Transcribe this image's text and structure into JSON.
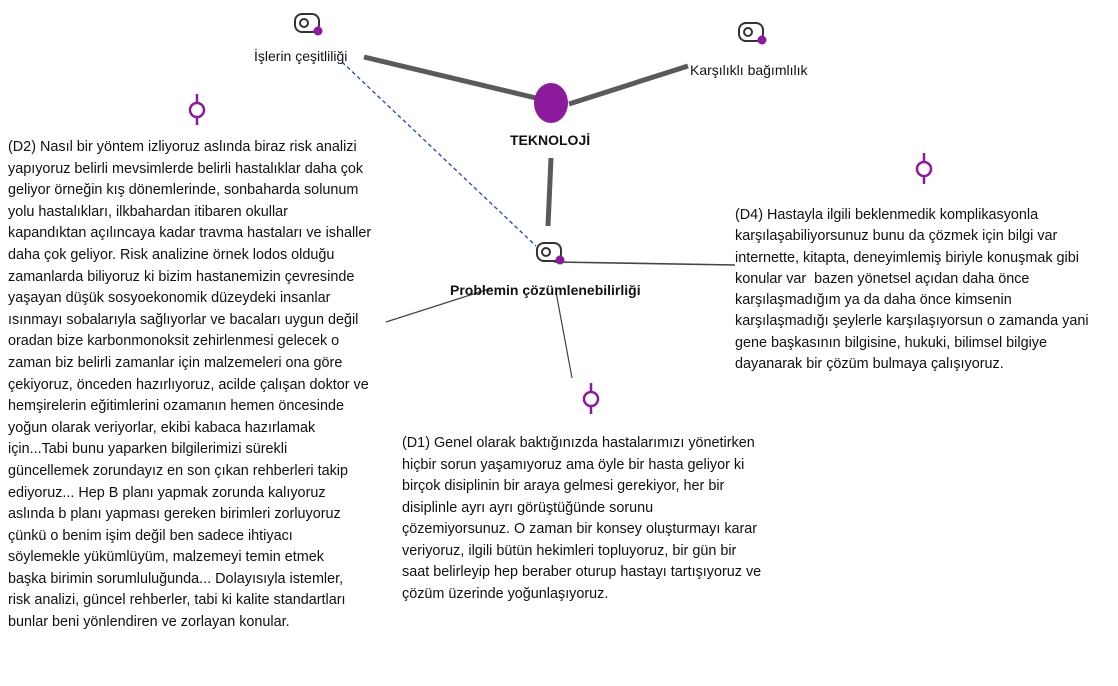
{
  "nodes": {
    "center": {
      "label": "TEKNOLOJİ"
    },
    "variety": {
      "label": "İşlerin çeşitliliği"
    },
    "interdependence": {
      "label": "Karşılıklı bağımlılık"
    },
    "analyzability": {
      "label": "Problemin çözümlenebilirliği"
    }
  },
  "quotes": {
    "d2": "(D2) Nasıl bir yöntem izliyoruz aslında biraz risk analizi\nyapıyoruz belirli mevsimlerde belirli hastalıklar daha çok\ngeliyor örneğin kış dönemlerinde, sonbaharda solunum\nyolu hastalıkları, ilkbahardan itibaren okullar\nkapandıktan açılıncaya kadar travma hastaları ve ishaller\ndaha çok geliyor. Risk analizine örnek lodos olduğu\nzamanlarda biliyoruz ki bizim hastanemizin çevresinde\nyaşayan düşük sosyoekonomik düzeydeki insanlar\nısınmayı sobalarıyla sağlıyorlar ve bacaları uygun değil\noradan bize karbonmonoksit zehirlenmesi gelecek o\nzaman biz belirli zamanlar için malzemeleri ona göre\nçekiyoruz, önceden hazırlıyoruz, acilde çalışan doktor ve\nhemşirelerin eğitimlerini ozamanın hemen öncesinde\nyoğun olarak veriyorlar, ekibi kabaca hazırlamak\niçin...Tabi bunu yaparken bilgilerimizi sürekli\ngüncellemek zorundayız en son çıkan rehberleri takip\nediyoruz... Hep B planı yapmak zorunda kalıyoruz\naslında b planı yapması gereken birimleri zorluyoruz\nçünkü o benim işim değil ben sadece ihtiyacı\nsöylemekle yükümlüyüm, malzemeyi temin etmek\nbaşka birimin sorumluluğunda... Dolayısıyla istemler,\nrisk analizi, güncel rehberler, tabi ki kalite standartları\nbunlar beni yönlendiren ve zorlayan konular.",
    "d4": "(D4) Hastayla ilgili beklenmedik komplikasyonla\nkarşılaşabiliyorsunuz bunu da çözmek için bilgi var\ninternette, kitapta, deneyimlemiş biriyle konuşmak gibi\nkonular var  bazen yönetsel açıdan daha önce\nkarşılaşmadığım ya da daha önce kimsenin\nkarşılaşmadığı şeylerle karşılaşıyorsun o zamanda yani\ngene başkasının bilgisine, hukuki, bilimsel bilgiye\ndayanarak bir çözüm bulmaya çalışıyoruz.",
    "d1": "(D1) Genel olarak baktığınızda hastalarımızı yönetirken\nhiçbir sorun yaşamıyoruz ama öyle bir hasta geliyor ki\nbirçok disiplinin bir araya gelmesi gerekiyor, her bir\ndisiplinle ayrı ayrı görüştüğünde sorunu\nçözemiyorsunuz. O zaman bir konsey oluşturmayı karar\nveriyoruz, ilgili bütün hekimleri topluyoruz, bir gün bir\nsaat belirleyip hep beraber oturup hastayı tartışıyoruz ve\nçözüm üzerinde yoğunlaşıyoruz."
  },
  "icons": {
    "code_icon": "code-node-icon",
    "quote_icon": "quotation-pin-icon"
  },
  "colors": {
    "accent": "#8b1a9c",
    "edge": "#555555",
    "dashed_edge": "#2244bb",
    "text": "#111111"
  }
}
